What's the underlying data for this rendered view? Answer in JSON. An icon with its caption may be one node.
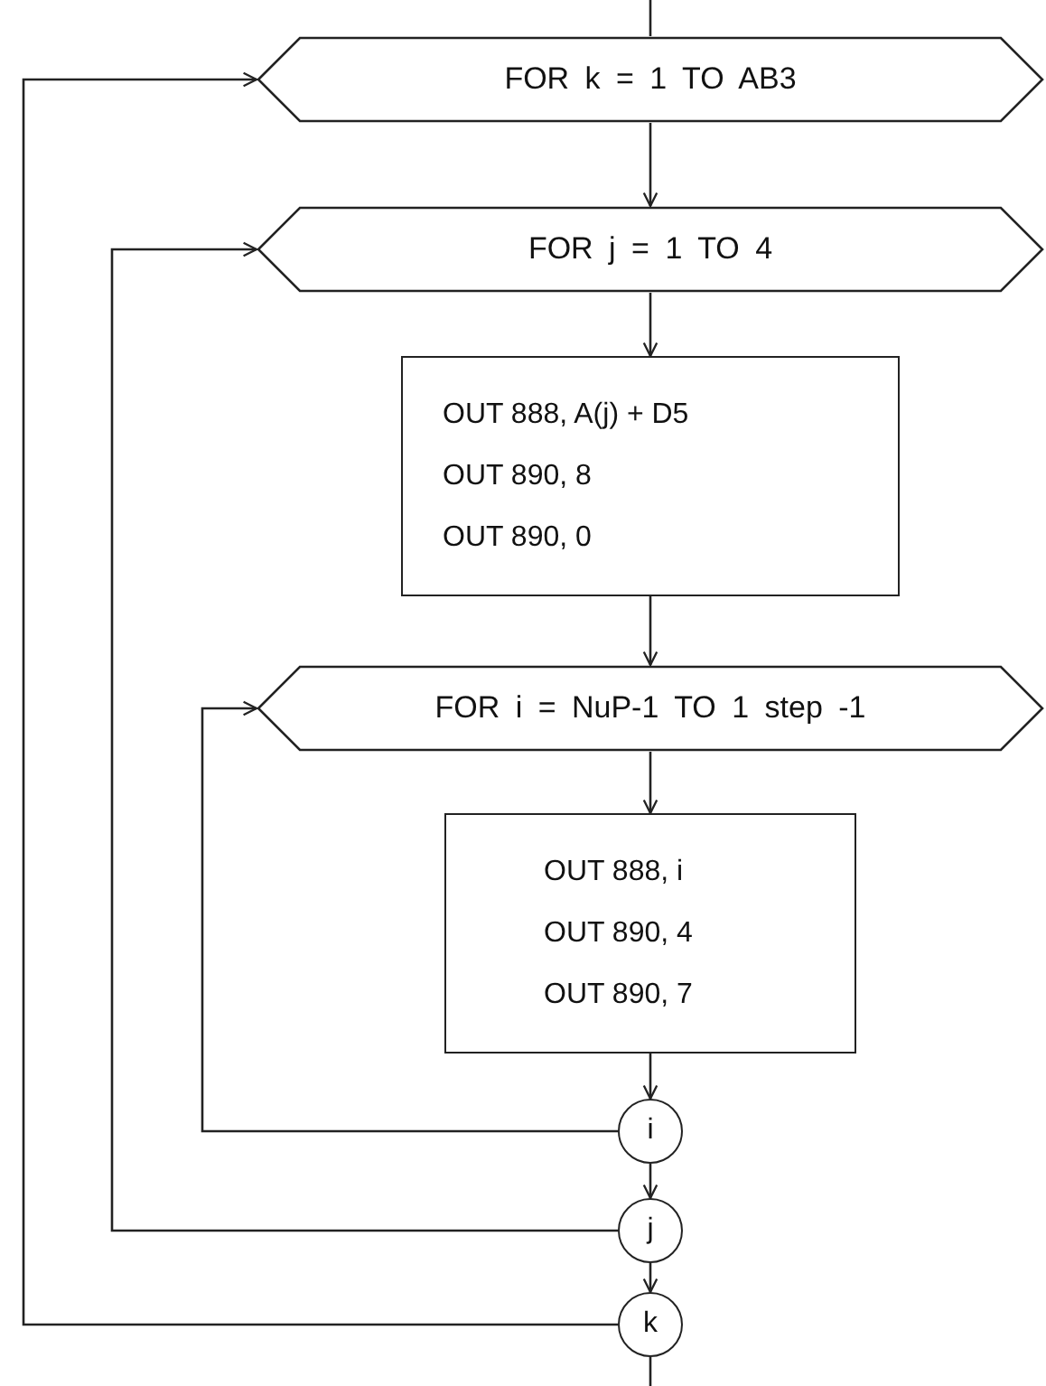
{
  "diagram": {
    "nodes": [
      {
        "text": [
          "FOR k = 1 TO AB3"
        ]
      },
      {
        "text": [
          "FOR j = 1 TO 4"
        ]
      },
      {
        "text": [
          "OUT 888, A(j) + D5",
          "OUT 890, 8",
          "OUT 890, 0"
        ]
      },
      {
        "text": [
          "FOR i = NuP-1 TO 1 step -1"
        ]
      },
      {
        "text": [
          "OUT 888, i",
          "OUT 890, 4",
          "OUT 890, 7"
        ]
      },
      {
        "text": [
          "i"
        ]
      },
      {
        "text": [
          "j"
        ]
      },
      {
        "text": [
          "k"
        ]
      }
    ],
    "edges": [
      {
        "from": null,
        "to": 0,
        "arrow": "none"
      },
      {
        "from": 0,
        "to": 1,
        "arrow": "to"
      },
      {
        "from": 1,
        "to": 2,
        "arrow": "to"
      },
      {
        "from": 2,
        "to": 3,
        "arrow": "to"
      },
      {
        "from": 3,
        "to": 4,
        "arrow": "to"
      },
      {
        "from": 4,
        "to": 5,
        "arrow": "to"
      },
      {
        "from": 5,
        "to": 6,
        "arrow": "to"
      },
      {
        "from": 6,
        "to": 7,
        "arrow": "to"
      },
      {
        "from": 5,
        "to": 3,
        "arrow": "to"
      },
      {
        "from": 6,
        "to": 1,
        "arrow": "to"
      },
      {
        "from": 7,
        "to": 0,
        "arrow": "to"
      },
      {
        "from": 7,
        "to": null,
        "arrow": "none"
      }
    ]
  }
}
